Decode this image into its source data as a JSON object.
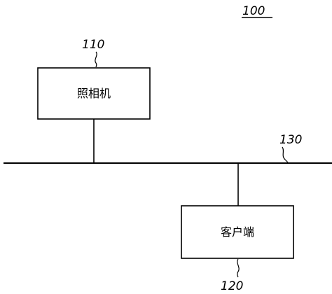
{
  "figure": {
    "system_ref": "100",
    "camera": {
      "ref": "110",
      "label": "照相机"
    },
    "client": {
      "ref": "120",
      "label": "客户端"
    },
    "network": {
      "ref": "130"
    }
  }
}
